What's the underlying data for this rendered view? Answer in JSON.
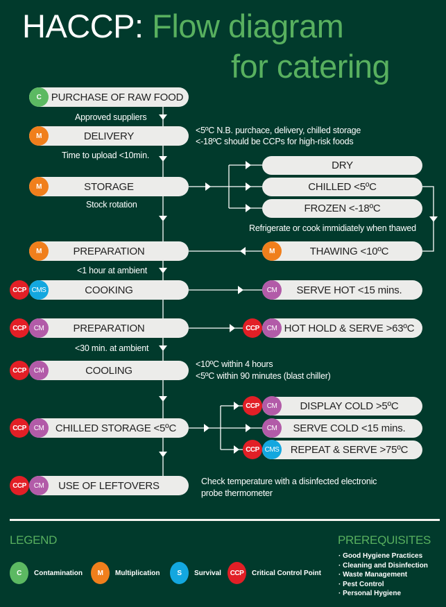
{
  "title": {
    "part1": "HACCP:",
    "part2": "Flow diagram",
    "part3": "for catering"
  },
  "steps": {
    "purchase": {
      "label": "PURCHASE OF RAW FOOD",
      "badges": [
        "C"
      ]
    },
    "delivery": {
      "label": "DELIVERY",
      "badges": [
        "M"
      ]
    },
    "storage": {
      "label": "STORAGE",
      "badges": [
        "M"
      ]
    },
    "dry": {
      "label": "DRY"
    },
    "chilled": {
      "label": "CHILLED <5ºC"
    },
    "frozen": {
      "label": "FROZEN <-18ºC"
    },
    "preparation1": {
      "label": "PREPARATION",
      "badges": [
        "M"
      ]
    },
    "thawing": {
      "label": "THAWING <10ºC",
      "badges": [
        "M"
      ]
    },
    "cooking": {
      "label": "COOKING",
      "badges": [
        "CCP",
        "CMS"
      ]
    },
    "serve_hot": {
      "label": "SERVE HOT <15 mins.",
      "badges": [
        "CM"
      ]
    },
    "preparation2": {
      "label": "PREPARATION",
      "badges": [
        "CCP",
        "CM"
      ]
    },
    "hot_hold": {
      "label": "HOT HOLD & SERVE >63ºC",
      "badges": [
        "CCP",
        "CM"
      ]
    },
    "cooling": {
      "label": "COOLING",
      "badges": [
        "CCP",
        "CM"
      ]
    },
    "chilled_storage": {
      "label": "CHILLED STORAGE <5ºC",
      "badges": [
        "CCP",
        "CM"
      ]
    },
    "display_cold": {
      "label": "DISPLAY COLD >5ºC",
      "badges": [
        "CCP",
        "CM"
      ]
    },
    "serve_cold": {
      "label": "SERVE COLD <15 mins.",
      "badges": [
        "CM"
      ]
    },
    "repeat_serve": {
      "label": "REPEAT & SERVE >75ºC",
      "badges": [
        "CCP",
        "CMS"
      ]
    },
    "leftovers": {
      "label": "USE OF LEFTOVERS",
      "badges": [
        "CCP",
        "CM"
      ]
    }
  },
  "notes": {
    "approved": "Approved suppliers",
    "delivery1": "<5ºC N.B. purchace, delivery, chilled storage",
    "delivery2": "<-18ºC should be CCPs for high-risk foods",
    "upload": "Time to upload <10min.",
    "stock": "Stock rotation",
    "thawed": "Refrigerate or cook immidiately when thawed",
    "ambient1": "<1 hour at ambient",
    "ambient30": "<30 min. at ambient",
    "cooling1": "<10ºC within 4 hours",
    "cooling2": "<5ºC within 90 minutes (blast chiller)",
    "probe1": "Check temperature with a disinfected electronic",
    "probe2": "probe thermometer"
  },
  "legend": {
    "heading": "LEGEND",
    "items": [
      {
        "code": "C",
        "label": "Contamination"
      },
      {
        "code": "M",
        "label": "Multiplication"
      },
      {
        "code": "S",
        "label": "Survival"
      },
      {
        "code": "CCP",
        "label": "Critical Control Point"
      }
    ]
  },
  "prerequisites": {
    "heading": "PREREQUISITES",
    "items": [
      "Good Hygiene Practices",
      "Cleaning and Disinfection",
      "Waste Management",
      "Pest Control",
      "Personal Hygiene"
    ]
  },
  "badge_text": {
    "C": "C",
    "M": "M",
    "S": "S",
    "CCP": "CCP",
    "CM": "CM",
    "CMS": "CMS"
  },
  "colors": {
    "background": "#013a2c",
    "accent": "#58b05f",
    "C": "#5cb962",
    "M": "#f07f1c",
    "S": "#13a7df",
    "CCP": "#e21f26",
    "CM": "#b25ba8"
  }
}
